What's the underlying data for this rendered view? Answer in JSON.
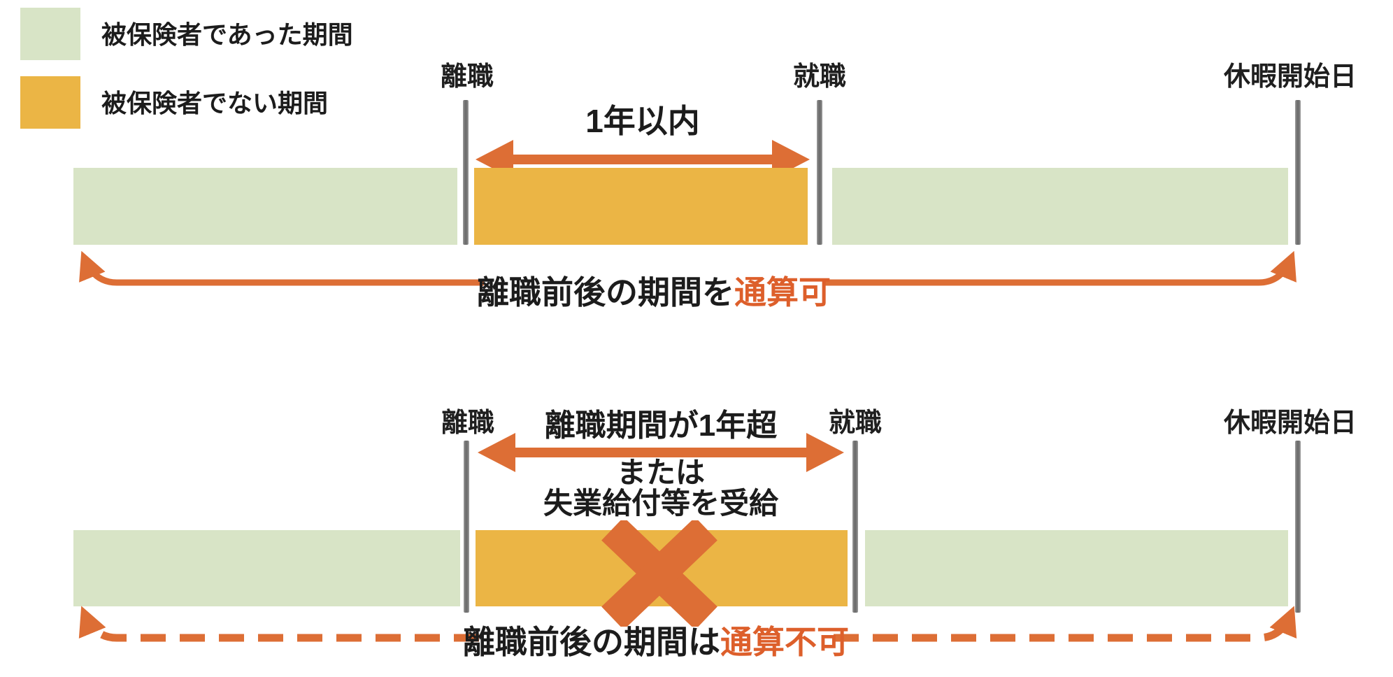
{
  "colors": {
    "insured_green": "#d8e4c6",
    "uninsured_gold": "#ebb545",
    "accent_orange": "#dd6e35",
    "caption_orange": "#dd5f2b",
    "marker_gray": "#7c7c7c",
    "text_black": "#1c1c1c"
  },
  "legend": {
    "insured_label": "被保険者であった期間",
    "uninsured_label": "被保険者でない期間"
  },
  "top": {
    "marker_resign": "離職",
    "marker_employ": "就職",
    "marker_leave_start": "休暇開始日",
    "span_label": "1年以内",
    "caption_black": "離職前後の期間を",
    "caption_orange": "通算可"
  },
  "bottom": {
    "marker_resign": "離職",
    "marker_employ": "就職",
    "marker_leave_start": "休暇開始日",
    "span_line1": "離職期間が1年超",
    "span_line2": "または",
    "span_line3": "失業給付等を受給",
    "caption_black": "離職前後の期間は",
    "caption_orange": "通算不可"
  }
}
